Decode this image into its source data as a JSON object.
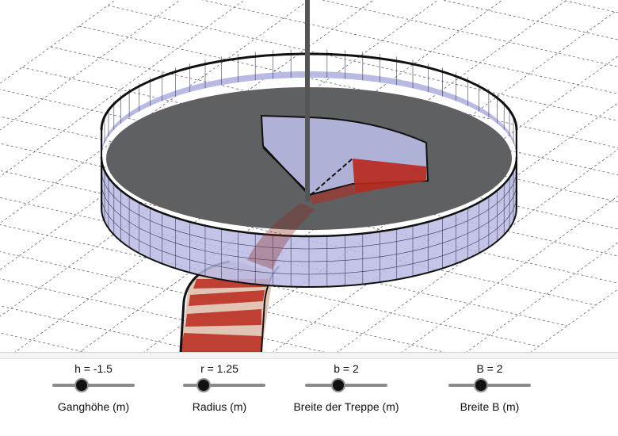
{
  "scene": {
    "colors": {
      "grid": "#555555",
      "wall_fill": "#b9bae3",
      "wall_line": "#3b3d5e",
      "floor": "#5f6062",
      "stair_red": "#b8281c",
      "stair_tread": "#e1c4b4",
      "pole": "#555555"
    }
  },
  "sliders": [
    {
      "value_text": "h = -1.5",
      "caption": "Ganghöhe (m)",
      "fraction": 0.35
    },
    {
      "value_text": "r = 1.25",
      "caption": "Radius (m)",
      "fraction": 0.25
    },
    {
      "value_text": "b = 2",
      "caption": "Breite der Treppe (m)",
      "fraction": 0.4
    },
    {
      "value_text": "B = 2",
      "caption": "Breite B (m)",
      "fraction": 0.4
    }
  ]
}
